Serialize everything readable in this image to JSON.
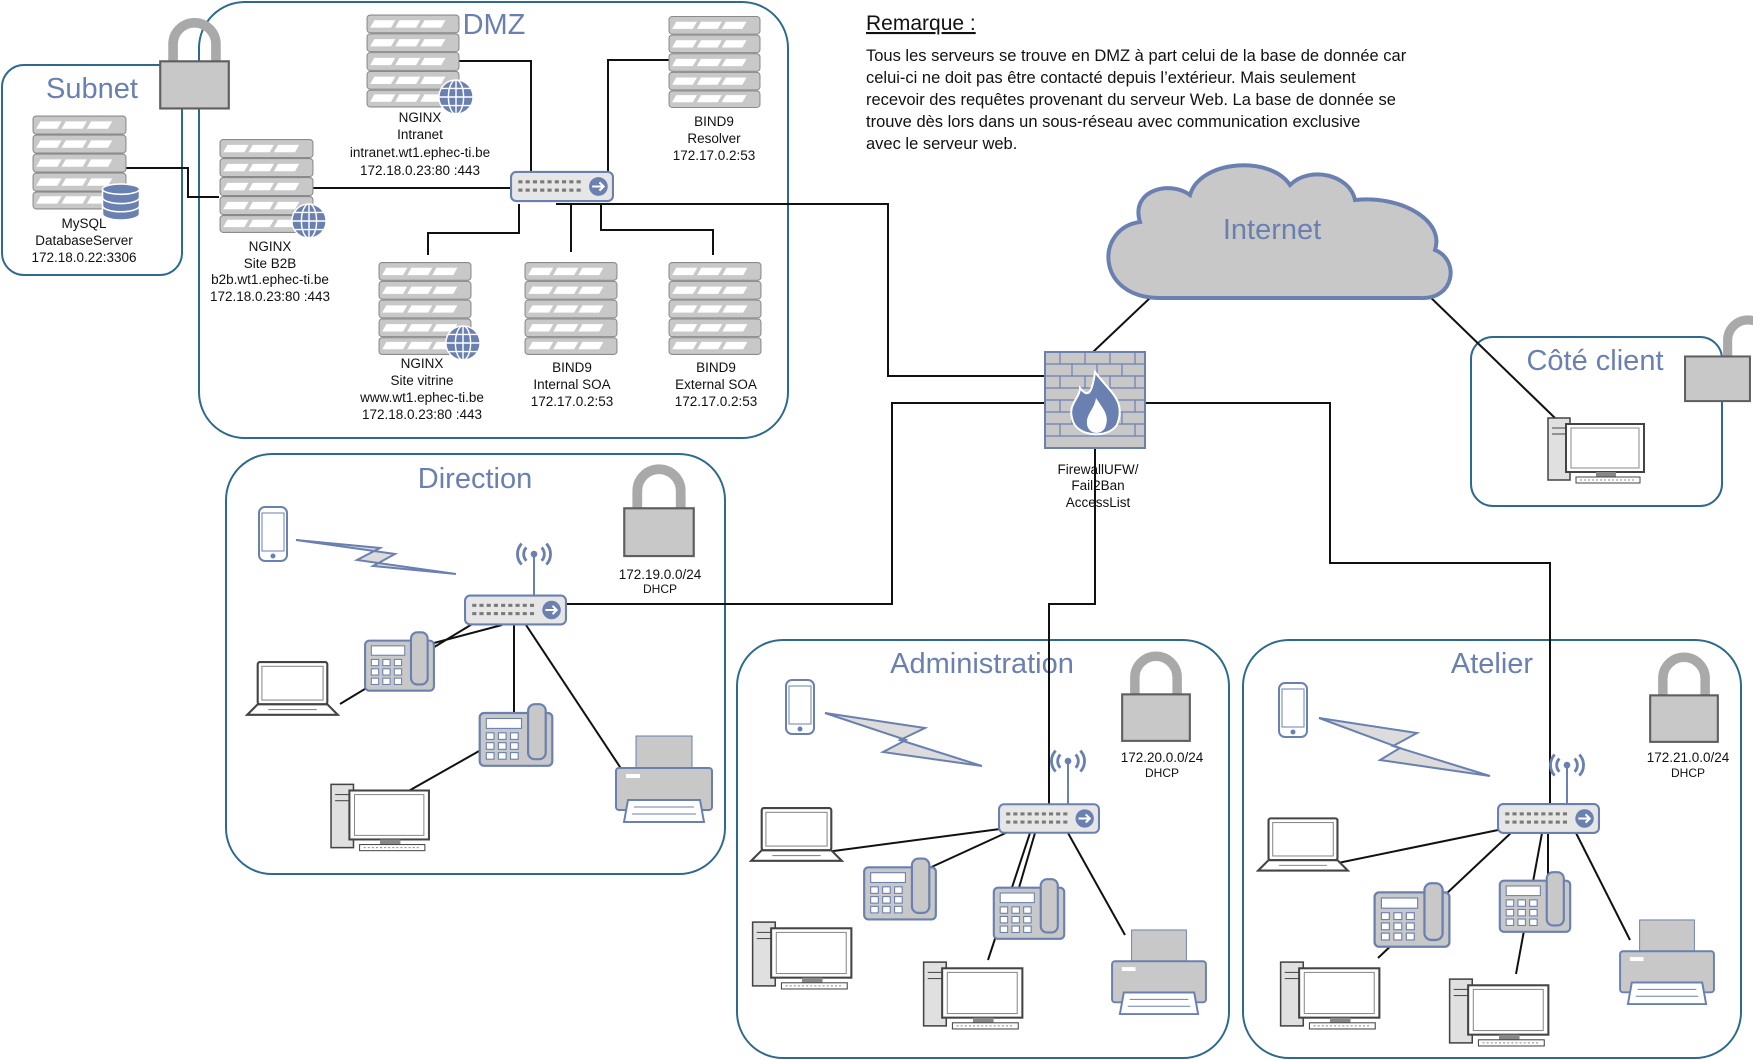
{
  "remark": {
    "title": "Remarque :",
    "lines": [
      "Tous les serveurs se trouve en DMZ à part celui de la base de donnée car",
      "celui-ci ne doit pas être contacté depuis l’extérieur. Mais seulement",
      "recevoir des requêtes provenant du serveur Web. La base de donnée se",
      "trouve dès lors dans un sous-réseau avec communication exclusive",
      "avec le serveur web."
    ]
  },
  "zones": {
    "subnet": "Subnet",
    "dmz": "DMZ",
    "direction": "Direction",
    "administration": "Administration",
    "atelier": "Atelier",
    "client": "Côté client",
    "internet": "Internet"
  },
  "servers": {
    "mysql": [
      "MySQL",
      "DatabaseServer",
      "172.18.0.22:3306"
    ],
    "b2b": [
      "NGINX",
      "Site B2B",
      "b2b.wt1.ephec-ti.be",
      "172.18.0.23:80 :443"
    ],
    "intranet": [
      "NGINX",
      "Intranet",
      "intranet.wt1.ephec-ti.be",
      "172.18.0.23:80 :443"
    ],
    "resolver": [
      "BIND9",
      "Resolver",
      "172.17.0.2:53"
    ],
    "vitrine": [
      "NGINX",
      "Site vitrine",
      "www.wt1.ephec-ti.be",
      "172.18.0.23:80 :443"
    ],
    "internal": [
      "BIND9",
      "Internal SOA",
      "172.17.0.2:53"
    ],
    "external": [
      "BIND9",
      "External SOA",
      "172.17.0.2:53"
    ]
  },
  "firewall": [
    "FirewallUFW/",
    "Fail2Ban",
    "AccessList"
  ],
  "subnets": {
    "direction": [
      "172.19.0.0/24",
      "DHCP"
    ],
    "administration": [
      "172.20.0.0/24",
      "DHCP"
    ],
    "atelier": [
      "172.21.0.0/24",
      "DHCP"
    ]
  },
  "colors": {
    "zone_border": "#2d6a8e",
    "zone_title": "#6a80b0",
    "device_fill": "#c8c8c8",
    "device_stroke": "#6a80b0"
  }
}
